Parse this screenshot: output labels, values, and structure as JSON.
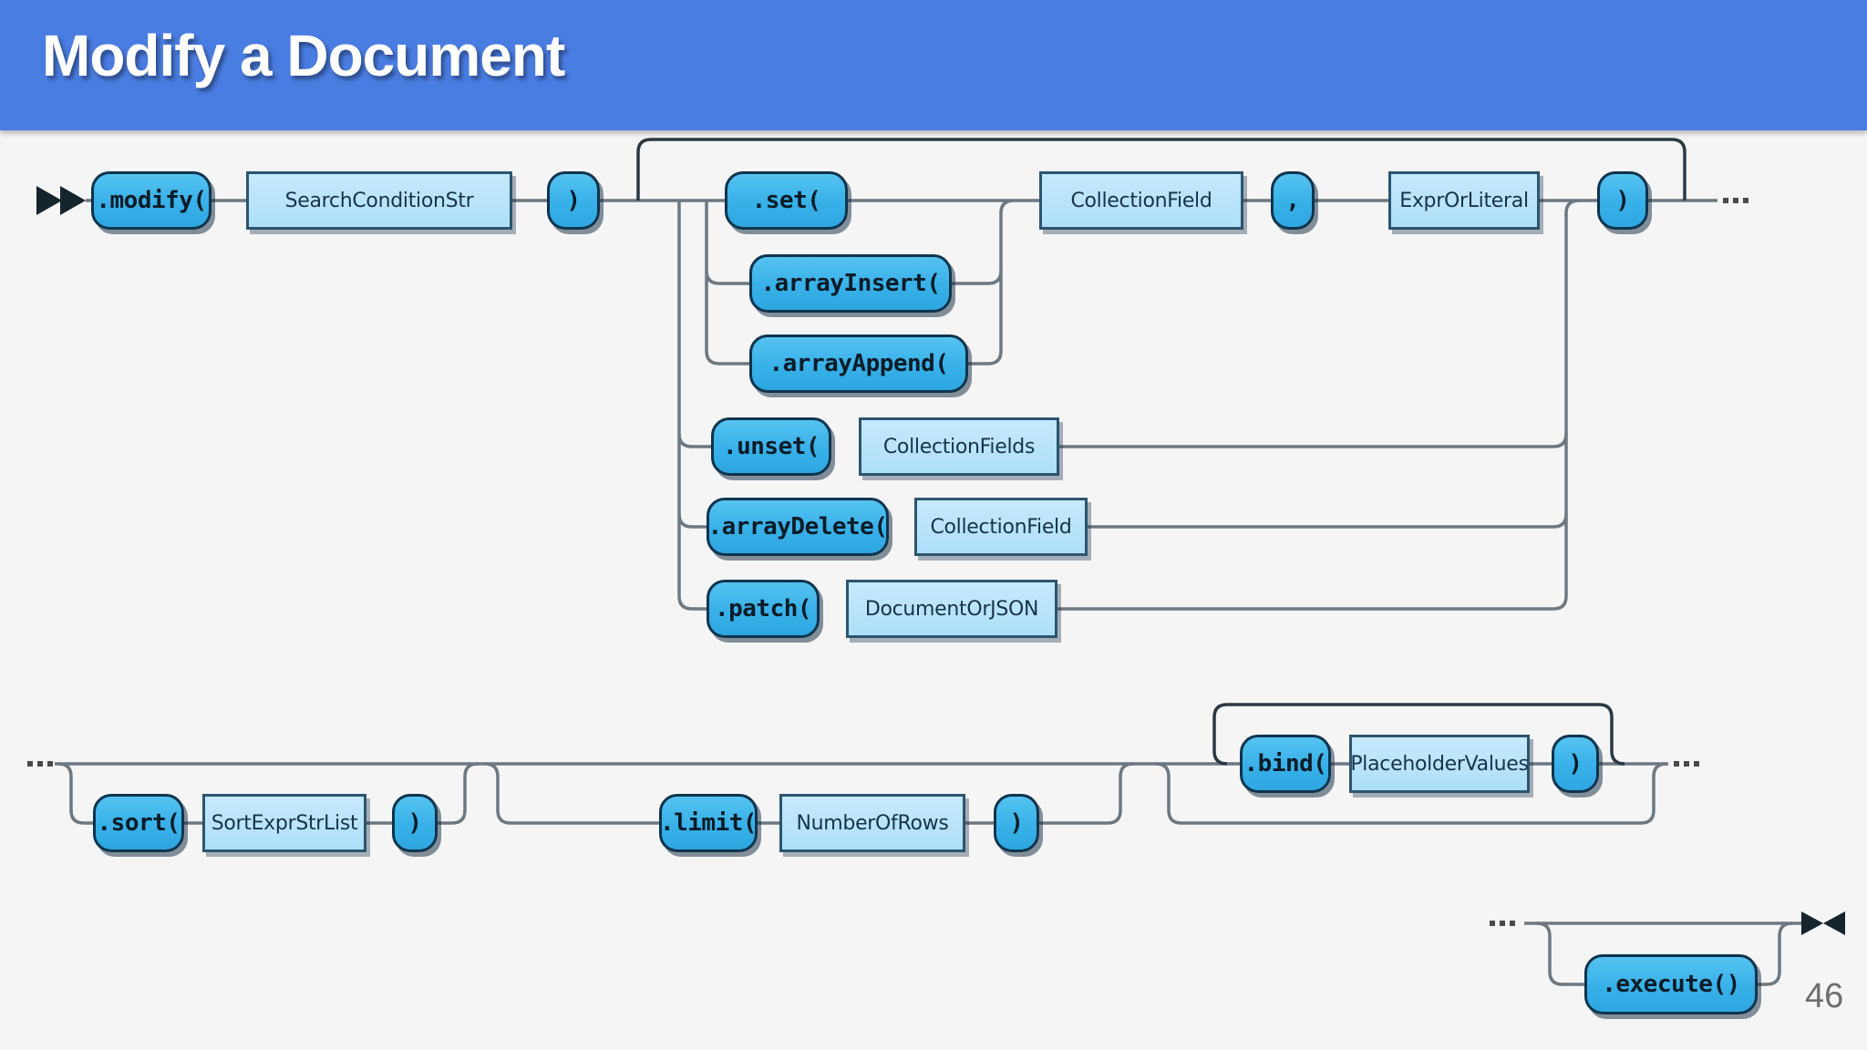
{
  "slide": {
    "title": "Modify a Document",
    "page_number": "46"
  },
  "colors": {
    "header_background": "#4a7de2",
    "slide_background": "#f5f5f6",
    "terminal_fill": "#38b0e8",
    "terminal_border": "#0e344d",
    "nonterminal_fill": "#b8e2fa",
    "nonterminal_border": "#2c556f",
    "connector_line": "#6d7880",
    "connector_corner": "#2a3942",
    "title_text": "#ffffff",
    "page_number_text": "#6e6e6e"
  },
  "icons": {
    "start_symbol": "double-right-arrow",
    "end_symbol": "right-left-arrow-pair",
    "continuation": "ellipsis-dots"
  },
  "nodes": {
    "modify": ".modify(",
    "search_condition_str": "SearchConditionStr",
    "close_paren_1": ")",
    "set": ".set(",
    "array_insert": ".arrayInsert(",
    "array_append": ".arrayAppend(",
    "collection_field": "CollectionField",
    "comma": ",",
    "expr_or_literal": "ExprOrLiteral",
    "close_paren_2": ")",
    "unset": ".unset(",
    "collection_fields": "CollectionFields",
    "array_delete": ".arrayDelete(",
    "collection_field_2": "CollectionField",
    "patch": ".patch(",
    "document_or_json": "DocumentOrJSON",
    "sort": ".sort(",
    "sort_expr_str_list": "SortExprStrList",
    "close_paren_3": ")",
    "limit": ".limit(",
    "number_of_rows": "NumberOfRows",
    "close_paren_4": ")",
    "bind": ".bind(",
    "placeholder_values": "PlaceholderValues",
    "close_paren_5": ")",
    "execute": ".execute()"
  }
}
